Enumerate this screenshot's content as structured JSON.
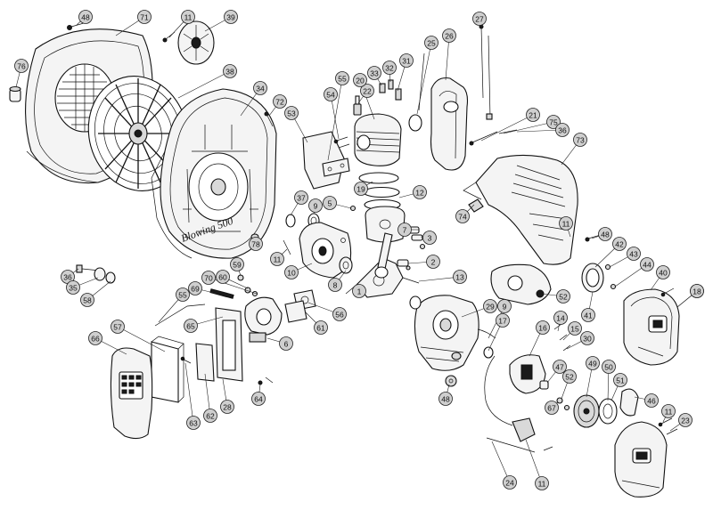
{
  "logo_text": "Blowing 500",
  "callouts": [
    "48",
    "71",
    "11",
    "39",
    "76",
    "38",
    "34",
    "72",
    "53",
    "55",
    "54",
    "22",
    "20",
    "33",
    "32",
    "31",
    "25",
    "26",
    "27",
    "21",
    "75",
    "36",
    "73",
    "19",
    "12",
    "37",
    "9",
    "5",
    "7",
    "3",
    "74",
    "11",
    "48",
    "42",
    "43",
    "44",
    "40",
    "41",
    "78",
    "11",
    "10",
    "8",
    "2",
    "1",
    "13",
    "36",
    "35",
    "58",
    "59",
    "60",
    "70",
    "69",
    "55",
    "56",
    "61",
    "65",
    "57",
    "66",
    "6",
    "29",
    "9",
    "17",
    "14",
    "16",
    "15",
    "30",
    "52",
    "41",
    "18",
    "47",
    "52",
    "49",
    "50",
    "51",
    "46",
    "11",
    "23",
    "48",
    "67",
    "64",
    "63",
    "62",
    "28",
    "24",
    "11"
  ]
}
